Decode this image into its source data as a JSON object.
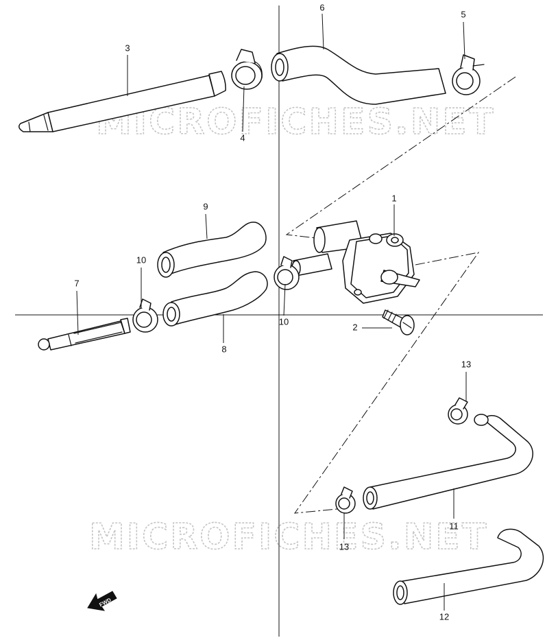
{
  "watermarks": [
    "MICROFICHES.NET",
    "MICROFICHES.NET"
  ],
  "fwd_label": "FWD",
  "callouts": [
    {
      "id": "c1",
      "text": "1"
    },
    {
      "id": "c2",
      "text": "2"
    },
    {
      "id": "c3",
      "text": "3"
    },
    {
      "id": "c4",
      "text": "4"
    },
    {
      "id": "c5",
      "text": "5"
    },
    {
      "id": "c6",
      "text": "6"
    },
    {
      "id": "c7",
      "text": "7"
    },
    {
      "id": "c8",
      "text": "8"
    },
    {
      "id": "c9",
      "text": "9"
    },
    {
      "id": "c10a",
      "text": "10"
    },
    {
      "id": "c10b",
      "text": "10"
    },
    {
      "id": "c11",
      "text": "11"
    },
    {
      "id": "c12",
      "text": "12"
    },
    {
      "id": "c13a",
      "text": "13"
    },
    {
      "id": "c13b",
      "text": "13"
    }
  ]
}
